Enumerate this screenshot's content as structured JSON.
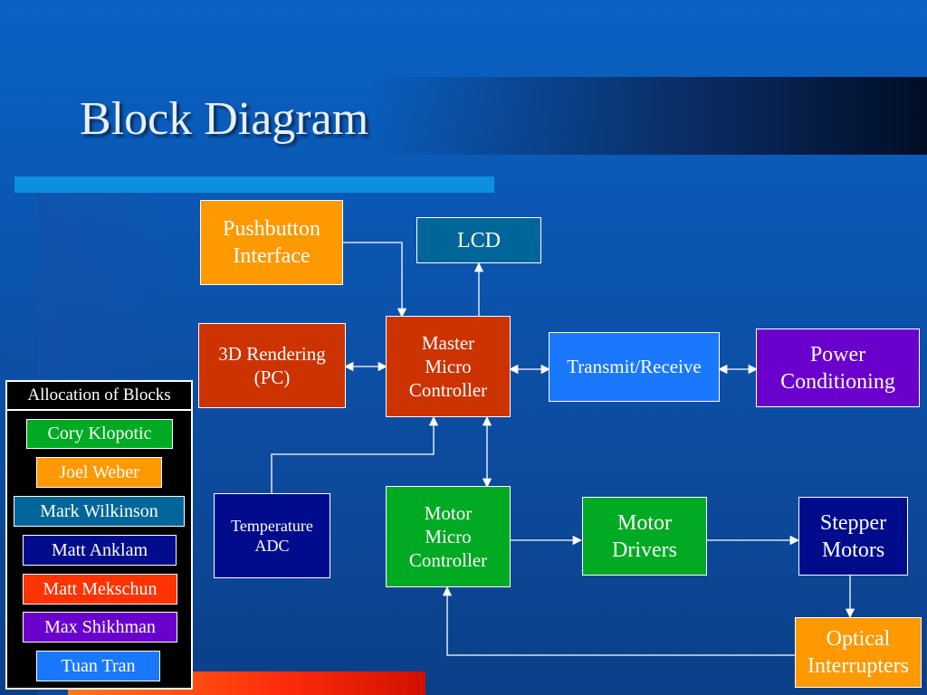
{
  "slide": {
    "title": "Block Diagram"
  },
  "colors": {
    "orange": "#ff9900",
    "red": "#cc3300",
    "teal": "#006699",
    "bright_blue": "#1a78ff",
    "purple": "#6a00cc",
    "green": "#00aa22",
    "navy": "#000c8c"
  },
  "blocks": {
    "pushbutton": {
      "text": "Pushbutton\nInterface",
      "color": "#ff9900"
    },
    "lcd": {
      "text": "LCD",
      "color": "#006699"
    },
    "rendering": {
      "text": "3D Rendering\n(PC)",
      "color": "#cc3300"
    },
    "master": {
      "text": "Master\nMicro\nController",
      "color": "#cc3300"
    },
    "transmit": {
      "text": "Transmit/Receive",
      "color": "#1a78ff"
    },
    "power": {
      "text": "Power\nConditioning",
      "color": "#6a00cc"
    },
    "temperature": {
      "text": "Temperature\nADC",
      "color": "#000c8c"
    },
    "motor_micro": {
      "text": "Motor\nMicro\nController",
      "color": "#00aa22"
    },
    "motor_drivers": {
      "text": "Motor\nDrivers",
      "color": "#00aa22"
    },
    "stepper": {
      "text": "Stepper\nMotors",
      "color": "#000c8c"
    },
    "optical": {
      "text": "Optical\nInterrupters",
      "color": "#ff9900"
    }
  },
  "legend": {
    "title": "Allocation of Blocks",
    "people": [
      {
        "name": "Cory Klopotic",
        "color": "#00aa22"
      },
      {
        "name": "Joel Weber",
        "color": "#ff9900"
      },
      {
        "name": "Mark Wilkinson",
        "color": "#006699"
      },
      {
        "name": "Matt Anklam",
        "color": "#000c8c"
      },
      {
        "name": "Matt Mekschun",
        "color": "#ff3300"
      },
      {
        "name": "Max Shikhman",
        "color": "#6a00cc"
      },
      {
        "name": "Tuan Tran",
        "color": "#1a78ff"
      }
    ]
  }
}
